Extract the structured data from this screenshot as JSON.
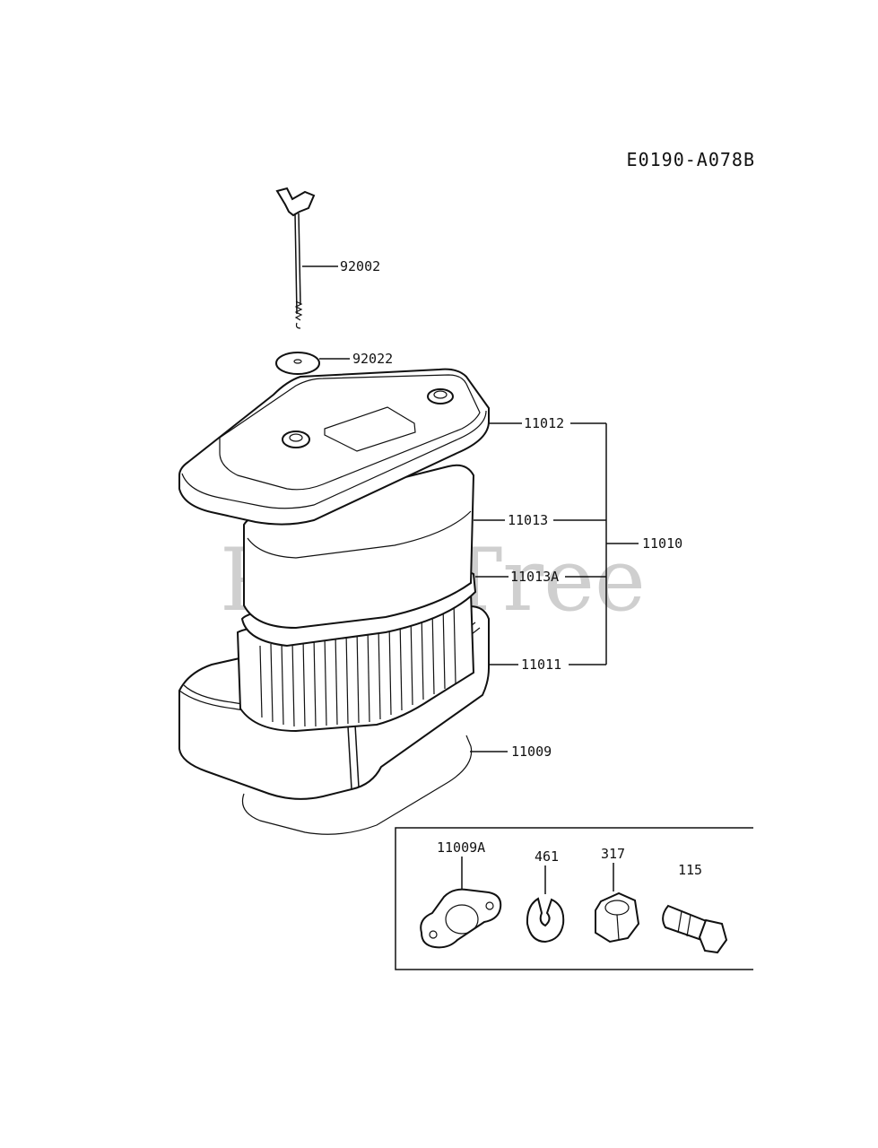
{
  "diagram": {
    "code": "E0190-A078B",
    "watermark": "PartsTree",
    "callouts": {
      "p92002": "92002",
      "p92022": "92022",
      "p11012": "11012",
      "p11013": "11013",
      "p11010": "11010",
      "p11013A": "11013A",
      "p11011": "11011",
      "p11009": "11009",
      "p11009A": "11009A",
      "p461": "461",
      "p317": "317",
      "p115": "115"
    }
  }
}
